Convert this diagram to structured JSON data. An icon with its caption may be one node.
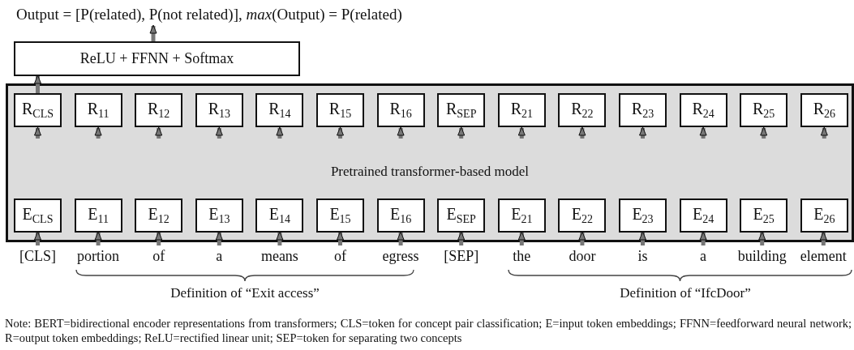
{
  "diagram": {
    "nodes": [
      {
        "text": [
          "Output = [P(related), P(not related)], *max*(Output) = P(related)"
        ]
      },
      {
        "text": [
          "ReLU + FFNN + Softmax"
        ]
      },
      {
        "text": [
          "Pretrained transformer-based model"
        ]
      },
      {
        "text": [
          "R$_{CLS}$"
        ],
        "in": 2
      },
      {
        "text": [
          "R$_{11}$"
        ],
        "in": 2
      },
      {
        "text": [
          "R$_{12}$"
        ],
        "in": 2
      },
      {
        "text": [
          "R$_{13}$"
        ],
        "in": 2
      },
      {
        "text": [
          "R$_{14}$"
        ],
        "in": 2
      },
      {
        "text": [
          "R$_{15}$"
        ],
        "in": 2
      },
      {
        "text": [
          "R$_{16}$"
        ],
        "in": 2
      },
      {
        "text": [
          "R$_{SEP}$"
        ],
        "in": 2
      },
      {
        "text": [
          "R$_{21}$"
        ],
        "in": 2
      },
      {
        "text": [
          "R$_{22}$"
        ],
        "in": 2
      },
      {
        "text": [
          "R$_{23}$"
        ],
        "in": 2
      },
      {
        "text": [
          "R$_{24}$"
        ],
        "in": 2
      },
      {
        "text": [
          "R$_{25}$"
        ],
        "in": 2
      },
      {
        "text": [
          "R$_{26}$"
        ],
        "in": 2
      },
      {
        "text": [
          "E$_{CLS}$"
        ],
        "in": 2
      },
      {
        "text": [
          "E$_{11}$"
        ],
        "in": 2
      },
      {
        "text": [
          "E$_{12}$"
        ],
        "in": 2
      },
      {
        "text": [
          "E$_{13}$"
        ],
        "in": 2
      },
      {
        "text": [
          "E$_{14}$"
        ],
        "in": 2
      },
      {
        "text": [
          "E$_{15}$"
        ],
        "in": 2
      },
      {
        "text": [
          "E$_{16}$"
        ],
        "in": 2
      },
      {
        "text": [
          "E$_{SEP}$"
        ],
        "in": 2
      },
      {
        "text": [
          "E$_{21}$"
        ],
        "in": 2
      },
      {
        "text": [
          "E$_{22}$"
        ],
        "in": 2
      },
      {
        "text": [
          "E$_{23}$"
        ],
        "in": 2
      },
      {
        "text": [
          "E$_{24}$"
        ],
        "in": 2
      },
      {
        "text": [
          "E$_{25}$"
        ],
        "in": 2
      },
      {
        "text": [
          "E$_{26}$"
        ],
        "in": 2
      },
      {
        "text": [
          "[CLS]"
        ]
      },
      {
        "text": [
          "portion"
        ]
      },
      {
        "text": [
          "of"
        ]
      },
      {
        "text": [
          "a"
        ]
      },
      {
        "text": [
          "means"
        ]
      },
      {
        "text": [
          "of"
        ]
      },
      {
        "text": [
          "egress"
        ]
      },
      {
        "text": [
          "[SEP]"
        ]
      },
      {
        "text": [
          "the"
        ]
      },
      {
        "text": [
          "door"
        ]
      },
      {
        "text": [
          "is"
        ]
      },
      {
        "text": [
          "a"
        ]
      },
      {
        "text": [
          "building"
        ]
      },
      {
        "text": [
          "element"
        ]
      }
    ],
    "edges": [
      {
        "from": 1,
        "to": 0,
        "arrow": "to"
      },
      {
        "from": 3,
        "to": 1,
        "arrow": "to"
      },
      {
        "from": null,
        "to": 3,
        "arrow": "to"
      },
      {
        "from": null,
        "to": 4,
        "arrow": "to"
      },
      {
        "from": null,
        "to": 5,
        "arrow": "to"
      },
      {
        "from": null,
        "to": 6,
        "arrow": "to"
      },
      {
        "from": null,
        "to": 7,
        "arrow": "to"
      },
      {
        "from": null,
        "to": 8,
        "arrow": "to"
      },
      {
        "from": null,
        "to": 9,
        "arrow": "to"
      },
      {
        "from": null,
        "to": 10,
        "arrow": "to"
      },
      {
        "from": null,
        "to": 11,
        "arrow": "to"
      },
      {
        "from": null,
        "to": 12,
        "arrow": "to"
      },
      {
        "from": null,
        "to": 13,
        "arrow": "to"
      },
      {
        "from": null,
        "to": 14,
        "arrow": "to"
      },
      {
        "from": null,
        "to": 15,
        "arrow": "to"
      },
      {
        "from": null,
        "to": 16,
        "arrow": "to"
      },
      {
        "from": 31,
        "to": 17,
        "arrow": "to"
      },
      {
        "from": 32,
        "to": 18,
        "arrow": "to"
      },
      {
        "from": 33,
        "to": 19,
        "arrow": "to"
      },
      {
        "from": 34,
        "to": 20,
        "arrow": "to"
      },
      {
        "from": 35,
        "to": 21,
        "arrow": "to"
      },
      {
        "from": 36,
        "to": 22,
        "arrow": "to"
      },
      {
        "from": 37,
        "to": 23,
        "arrow": "to"
      },
      {
        "from": 38,
        "to": 24,
        "arrow": "to"
      },
      {
        "from": 39,
        "to": 25,
        "arrow": "to"
      },
      {
        "from": 40,
        "to": 26,
        "arrow": "to"
      },
      {
        "from": 41,
        "to": 27,
        "arrow": "to"
      },
      {
        "from": 42,
        "to": 28,
        "arrow": "to"
      },
      {
        "from": 43,
        "to": 29,
        "arrow": "to"
      },
      {
        "from": 44,
        "to": 30,
        "arrow": "to"
      }
    ],
    "labels": [
      "Definition of “Exit access”",
      "Definition of “IfcDoor”",
      "Note: BERT=bidirectional encoder representations from transformers; CLS=token for concept pair classification; E=input token embeddings; FFNN=feedforward neural network; R=output token embeddings; ReLU=rectified linear unit; SEP=token for separating two concepts"
    ]
  }
}
